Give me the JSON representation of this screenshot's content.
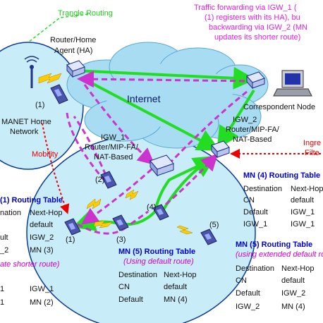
{
  "labels": {
    "triangle_routing": "Trangle Routing",
    "traffic_note": [
      "Traffic forwarding via IGW_1 (",
      "(1) registers with its HA), bu",
      "backwarding via IGW_2 (MN",
      "updates its shorter route)"
    ],
    "router_ha": [
      "Router/Home",
      "Agent (HA)"
    ],
    "internet": "Internet",
    "correspondent_node": "Correspondent Node",
    "igw2": [
      "IGW_2",
      "Router/MIP-FA/",
      "NAT-Based"
    ],
    "ingress_filter": [
      "Ingre",
      "Filte"
    ],
    "manet_home": [
      "MANET Home",
      "Network"
    ],
    "mobility": "Mobility",
    "igw1": [
      "IGW_1",
      "Router/MIP-FA/",
      "NAT-Based"
    ]
  },
  "node_labels": {
    "home_mn": "(1)",
    "n2": "(2)",
    "n1": "(1)",
    "n3": "(3)",
    "n4": "(4)",
    "n5": "(5)"
  },
  "table_mn4": {
    "title": "MN (4) Routing Table",
    "headers": [
      "Destination",
      "Next-Hop"
    ],
    "rows": [
      [
        "CN",
        "default"
      ],
      [
        "Default",
        "IGW_1"
      ],
      [
        "IGW_1",
        "IGW_1"
      ]
    ]
  },
  "table_mn5a": {
    "title": "MN (5) Routing Table",
    "subtitle": "(Using default route)",
    "headers": [
      "Destination",
      "Next-Hop"
    ],
    "rows": [
      [
        "CN",
        "default"
      ],
      [
        "Default",
        "MN (4)"
      ]
    ]
  },
  "table_mn5b": {
    "title": "MN (5) Routing Table",
    "subtitle": "(using extended default route)",
    "headers": [
      "Destination",
      "Next-Hop"
    ],
    "rows": [
      [
        "CN",
        "default"
      ],
      [
        "Default",
        "IGW_2"
      ],
      [
        "IGW_2",
        "MN (4)"
      ]
    ]
  },
  "table_mn1": {
    "title": "(1) Routing Table",
    "headers": [
      "nation",
      "Next-Hop"
    ],
    "rows": [
      [
        "",
        "default"
      ],
      [
        "ult",
        "IGW_2"
      ],
      [
        "_2",
        "MN (3)"
      ]
    ],
    "note": "ate shorter route)",
    "rows2": [
      [
        "1",
        "IGW_1"
      ],
      [
        "1",
        "MN (2)"
      ]
    ]
  },
  "colors": {
    "green": "#22dd22",
    "magenta": "#cc33cc",
    "blue_title": "#0000cc",
    "red": "#ee0000",
    "cloud": "#a7dcf2",
    "manet": "#c9ecf9"
  }
}
